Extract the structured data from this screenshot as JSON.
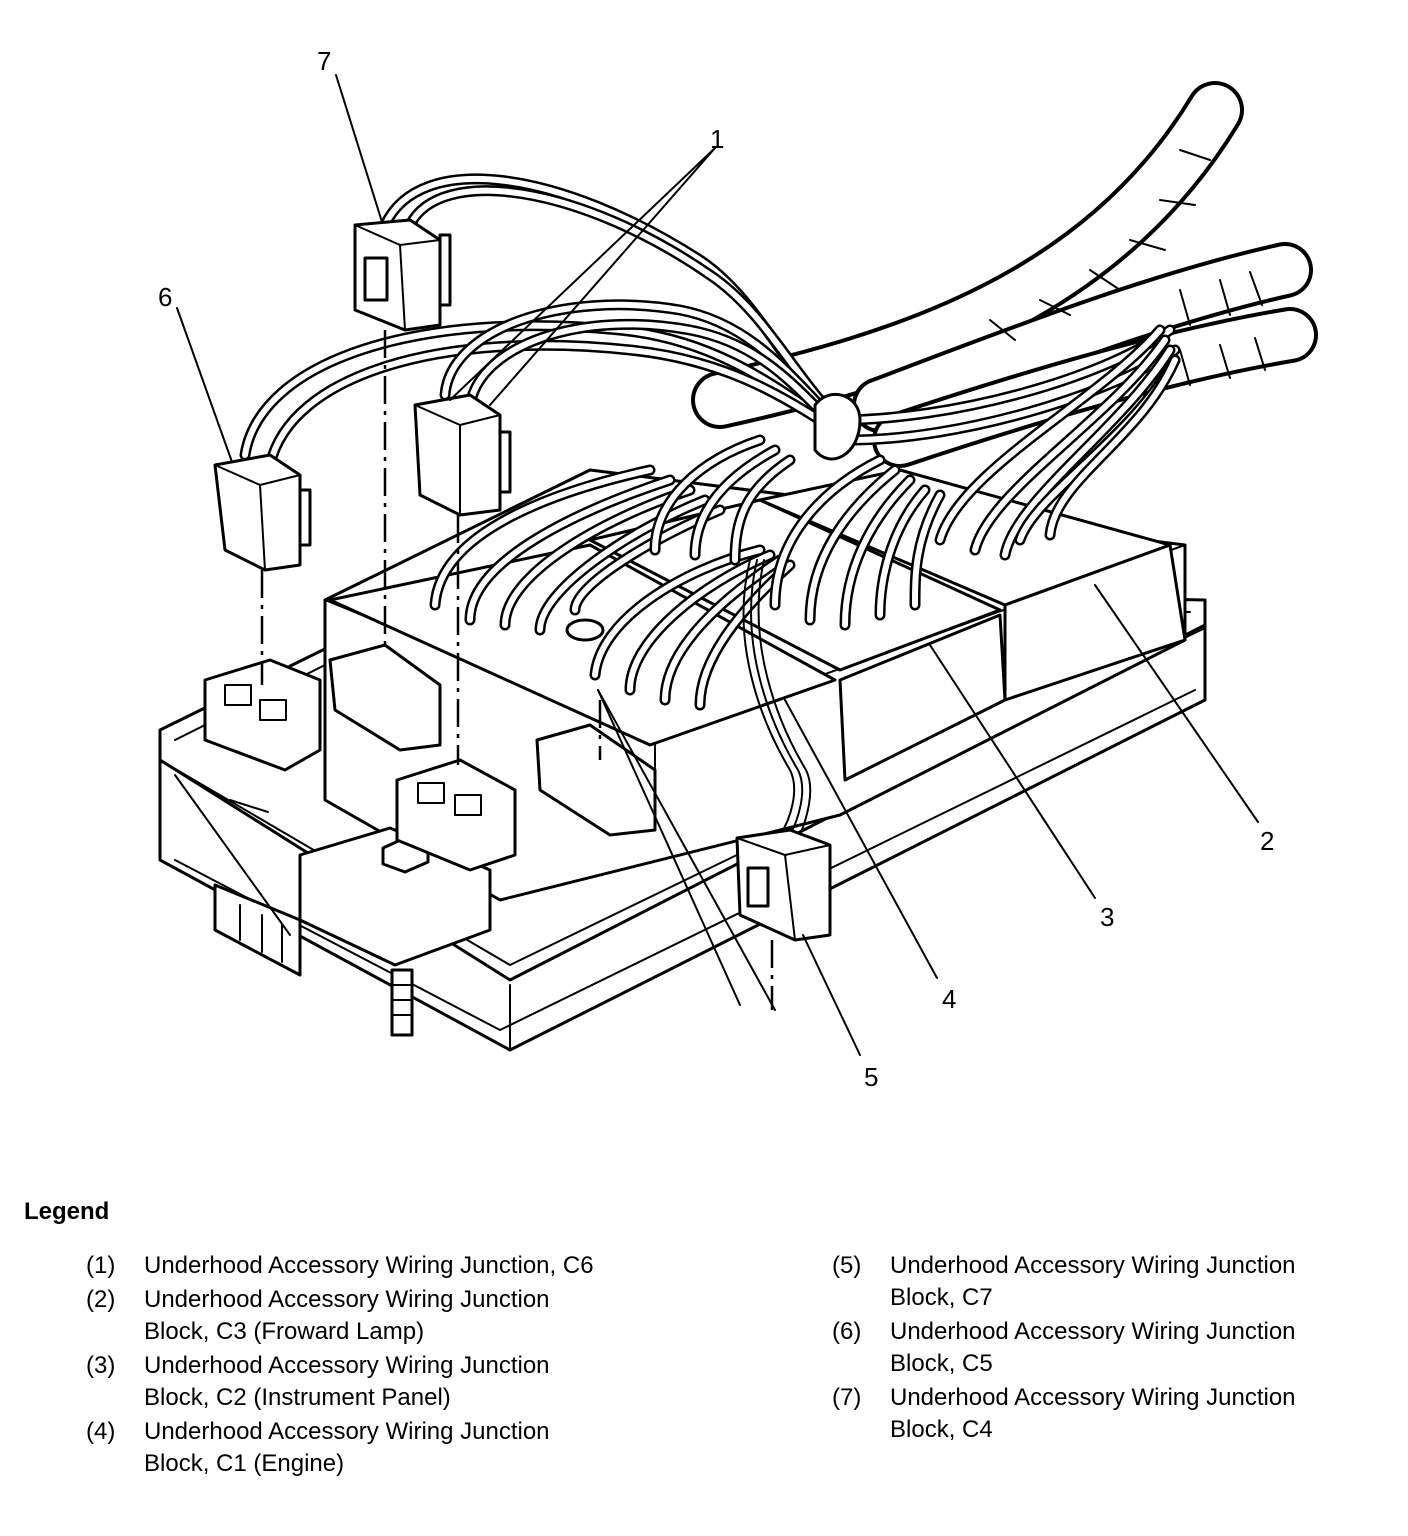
{
  "callouts": [
    "1",
    "2",
    "3",
    "4",
    "5",
    "6",
    "7"
  ],
  "legend": {
    "title": "Legend",
    "items": [
      {
        "index": "(1)",
        "line1": "Underhood Accessory Wiring Junction, C6",
        "line2": ""
      },
      {
        "index": "(2)",
        "line1": "Underhood Accessory Wiring Junction",
        "line2": "Block, C3 (Froward Lamp)"
      },
      {
        "index": "(3)",
        "line1": "Underhood Accessory Wiring Junction",
        "line2": "Block, C2 (Instrument Panel)"
      },
      {
        "index": "(4)",
        "line1": "Underhood Accessory Wiring Junction",
        "line2": "Block, C1 (Engine)"
      },
      {
        "index": "(5)",
        "line1": "Underhood Accessory Wiring Junction",
        "line2": "Block, C7"
      },
      {
        "index": "(6)",
        "line1": "Underhood Accessory Wiring Junction",
        "line2": "Block, C5"
      },
      {
        "index": "(7)",
        "line1": "Underhood Accessory Wiring Junction",
        "line2": "Block, C4"
      }
    ]
  }
}
